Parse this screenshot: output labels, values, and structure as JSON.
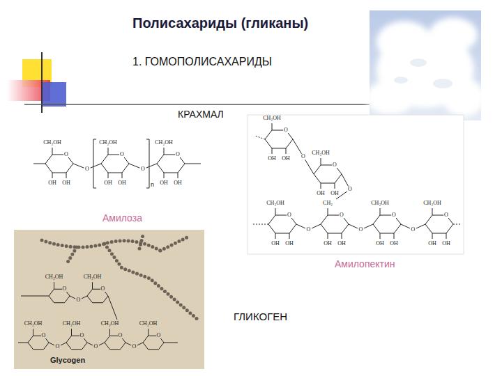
{
  "diagram": {
    "title": "Полисахариды (гликаны)",
    "labels": [
      "1. ГОМОПОЛИСАХАРИДЫ",
      "КРАХМАЛ",
      "Амилоза",
      "Амилопектин",
      "ГЛИКОГЕН",
      "Glycogen",
      "n",
      "CH₂OH",
      "O",
      "OH",
      "OH",
      "CH₂OH",
      "O",
      "OH",
      "OH",
      "CH₂OH",
      "O",
      "OH",
      "OH",
      "O",
      "O",
      "CH₂OH",
      "O",
      "OH",
      "OH",
      "CH₂OH",
      "O",
      "OH",
      "OH",
      "CH₂OH",
      "O",
      "OH",
      "OH",
      "CH₂",
      "O",
      "OH",
      "OH",
      "CH₂OH",
      "O",
      "OH",
      "OH",
      "CH₂OH",
      "O",
      "OH",
      "OH",
      "O",
      "O",
      "O",
      "O",
      "O",
      "CH₂OH",
      "O",
      "CH₂OH",
      "O",
      "CH₂OH",
      "O",
      "CH₂OH",
      "O",
      "CH₂OH",
      "O",
      "CH₂OH",
      "O",
      "O",
      "O",
      "O",
      "O"
    ]
  }
}
